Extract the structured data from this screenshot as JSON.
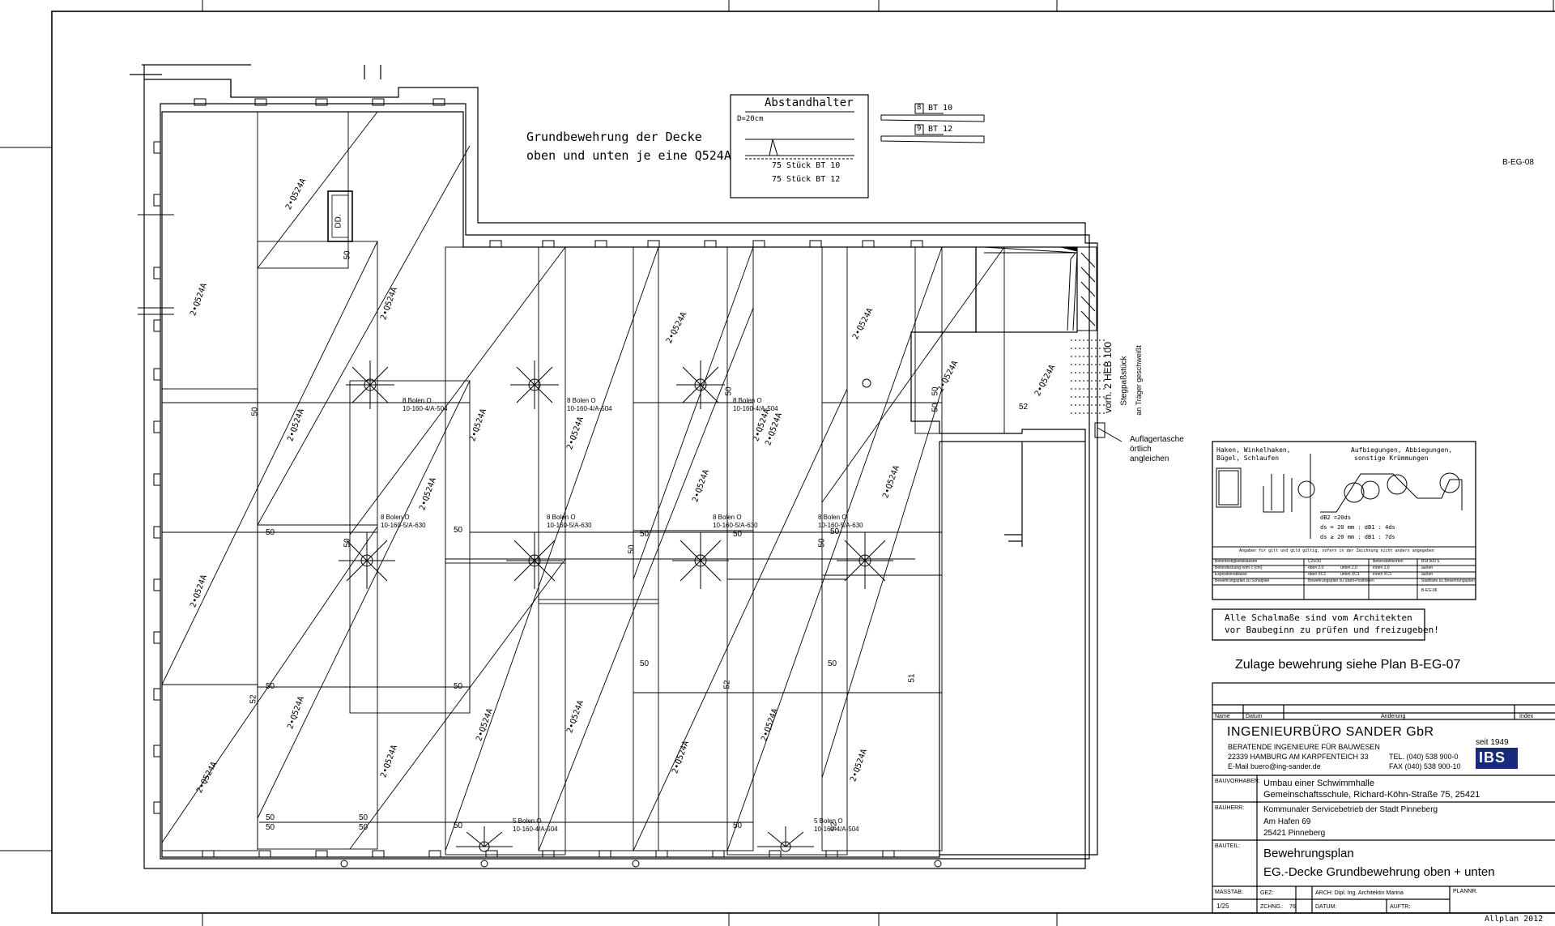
{
  "plan_code": "B-EG-08",
  "footer_software": "Allplan 2012",
  "drawing": {
    "main_note_line1": "Grundbewehrung der Decke",
    "main_note_line2": "oben und unten je eine Q524A",
    "spacer_box": {
      "title": "Abstandhalter",
      "spacing": "D=20cm",
      "line1": "75 Stück BT 10",
      "line2": "75 Stück BT 12"
    },
    "legend_bt10": {
      "num": "8",
      "label": "BT 10"
    },
    "legend_bt12": {
      "num": "9",
      "label": "BT 12"
    },
    "mesh_label": "2•Q524A",
    "dd_label": "DD.",
    "bolt_labels": [
      "8 Bolen O",
      "10-160-4/A-504",
      "8 Bolen O",
      "10-160-5/A-630",
      "5 Bolen O",
      "10-160-4/A-504"
    ],
    "dimension_values": [
      "50",
      "52",
      "51",
      "50"
    ],
    "beam_text": "vorh. 2 HEB 100",
    "beam_note_1": "Stegpaßstück",
    "beam_note_2": "an Träger geschweißt",
    "support_note_1": "Auflagertasche",
    "support_note_2": "örtlich",
    "support_note_3": "angleichen"
  },
  "hook_table": {
    "header_left_1": "Haken, Winkelhaken,",
    "header_left_2": "Bügel, Schlaufen",
    "header_right_1": "Aufbiegungen, Abbiegungen,",
    "header_right_2": "sonstige Krümmungen",
    "formula1": "dB2 =20ds",
    "formula2": "ds = 20 mm : dB1 : 4ds",
    "formula3": "ds ≥ 20 mm : dB1 : 7ds",
    "footnote": "Angaben für gilt und gild gültig, sofern in der Zeichnung nicht anders angegeben",
    "rows": [
      [
        "Betonfestigkeitsklassen",
        "C25/30",
        "Betonstahlsorten",
        "BSt 500 S"
      ],
      [
        "Betondeckung nom c (cm)",
        "oben 2,0",
        "unten 2,0",
        "innen 2,0",
        "außen"
      ],
      [
        "Expositionsklasse",
        "oben XC1",
        "unten XC1",
        "innen XC1",
        "außen"
      ],
      [
        "Bewehrungsplan zu Schalplan",
        "Bewehrungsplan zu Stahl-Positionen",
        "Stahlliste zu Bewehrungsplan",
        "B-EG-06"
      ]
    ]
  },
  "notice_line1": "Alle Schalmaße sind vom Architekten",
  "notice_line2": "vor Baubeginn zu prüfen und freizugeben!",
  "zulage_note": "Zulage bewehrung siehe Plan B-EG-07",
  "title_block": {
    "rev_name": "Name",
    "rev_date": "Datum",
    "rev_change": "Änderung",
    "rev_index": "Index",
    "company": "INGENIEURBÜRO SANDER GbR",
    "since": "seit 1949",
    "subtitle": "BERATENDE INGENIEURE FÜR BAUWESEN",
    "address": "22339 HAMBURG AM KARPFENTEICH 33",
    "email": "E-Mail buero@ing-sander.de",
    "tel": "TEL. (040) 538 900-0",
    "fax": "FAX (040) 538 900-10",
    "logo": "IBS",
    "project_label": "BAUVORHABEN:",
    "project_line1": "Umbau einer Schwimmhalle",
    "project_line2": "Gemeinschaftsschule, Richard-Köhn-Straße 75, 25421",
    "client_label": "BAUHERR:",
    "client_line1": "Kommunaler Servicebetrieb der Stadt Pinneberg",
    "client_line2": "Am Hafen 69",
    "client_line3": "25421 Pinneberg",
    "part_label": "BAUTEIL:",
    "part_line1": "Bewehrungsplan",
    "part_line2": "EG.-Decke Grundbewehrung oben + unten",
    "scale_label": "MASSTAB:",
    "scale_value": "1/25",
    "drawn_label": "GEZ:",
    "architect": "ARCH:  Dipl. Ing. Architektin Marina",
    "plannr_label": "PLANNR.",
    "drawing_no_label": "ZCHNG.:",
    "drawing_no_value": "76",
    "date_label": "DATUM:",
    "order_label": "AUFTR:"
  }
}
